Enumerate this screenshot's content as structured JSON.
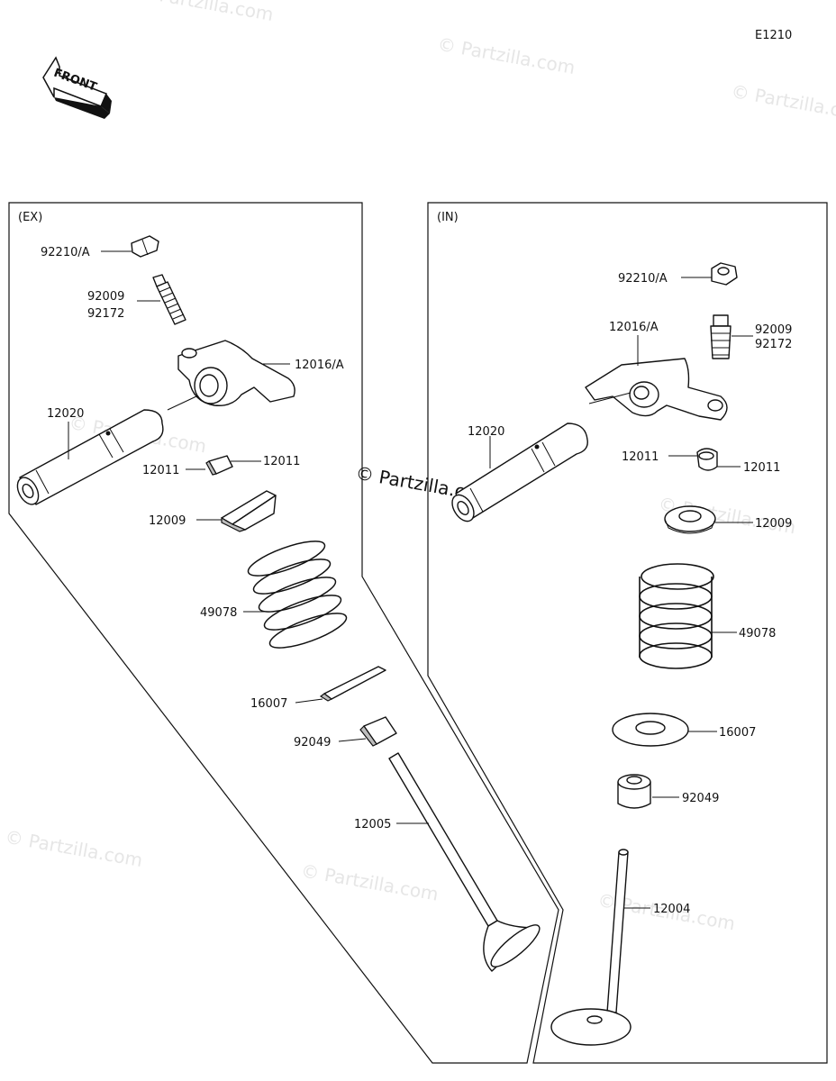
{
  "diagram_code": "E1210",
  "front_label": "FRONT",
  "watermark": {
    "faint": "© Partzilla.com",
    "prominent": "© Partzilla.com"
  },
  "sections": {
    "exhaust": {
      "title": "(EX)",
      "labels": {
        "nut": "92210/A",
        "adjuster_a": "92009",
        "adjuster_b": "92172",
        "rocker_arm": "12016/A",
        "shaft": "12020",
        "collet_left": "12011",
        "collet_right": "12011",
        "retainer": "12009",
        "spring": "49078",
        "seat": "16007",
        "seal": "92049",
        "valve": "12005"
      }
    },
    "intake": {
      "title": "(IN)",
      "labels": {
        "nut": "92210/A",
        "adjuster_a": "92009",
        "adjuster_b": "92172",
        "rocker_arm": "12016/A",
        "shaft": "12020",
        "collet_left": "12011",
        "collet_right": "12011",
        "retainer": "12009",
        "spring": "49078",
        "seat": "16007",
        "seal": "92049",
        "valve": "12004"
      }
    }
  }
}
